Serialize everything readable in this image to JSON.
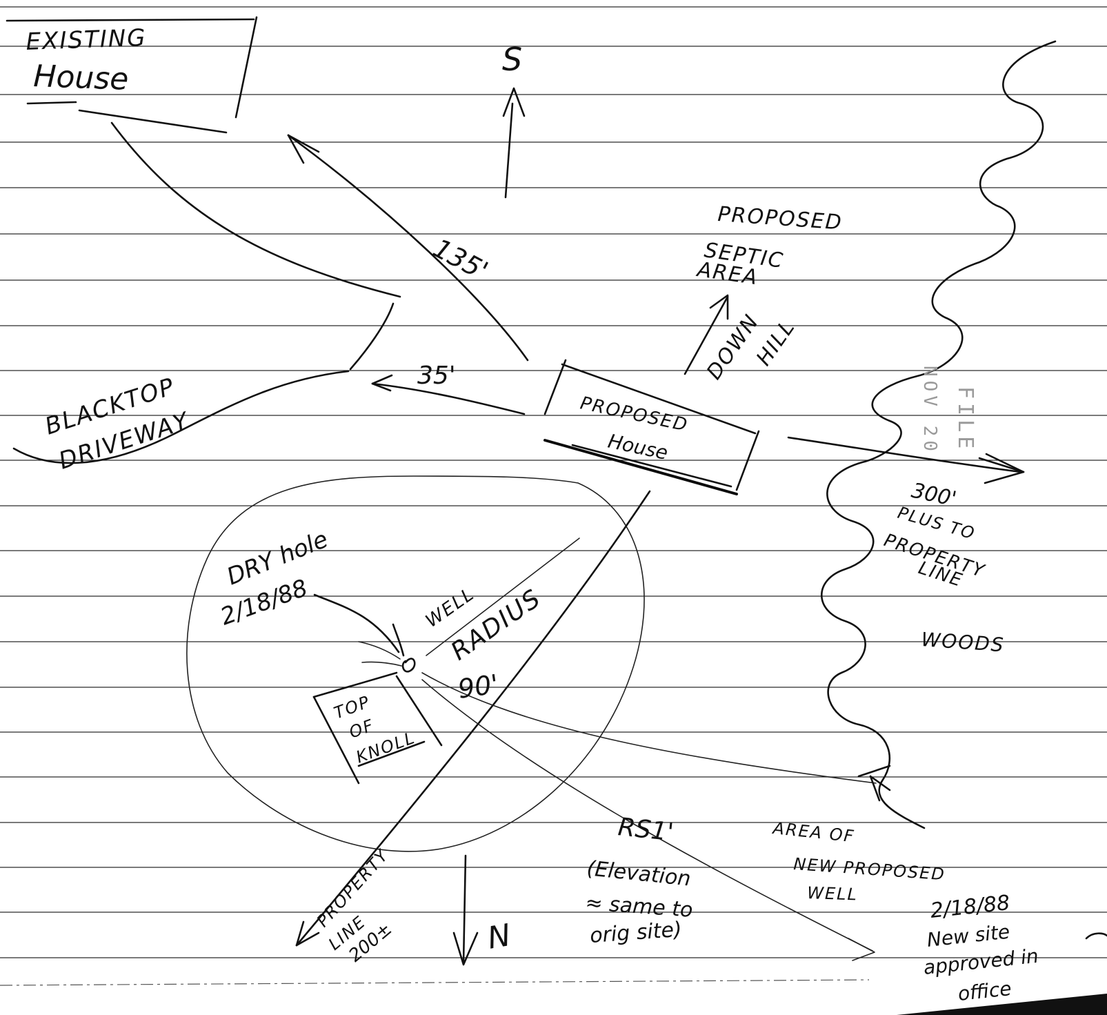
{
  "labels": {
    "existing_house_1": "EXISTING",
    "existing_house_2": "House",
    "north_arrow_top": "S",
    "proposed_septic_1": "PROPOSED",
    "proposed_septic_2": "SEPTIC",
    "proposed_septic_3": "AREA",
    "dist_135": "135'",
    "dist_35": "35'",
    "down_hill_1": "DOWN",
    "down_hill_2": "HILL",
    "blacktop_1": "BLACKTOP",
    "blacktop_2": "DRIVEWAY",
    "proposed_house_1": "PROPOSED",
    "proposed_house_2": "House",
    "property_300_1": "300'",
    "property_300_2": "PLUS TO",
    "property_300_3": "PROPERTY",
    "property_300_4": "LINE",
    "woods": "WOODS",
    "dry_hole_1": "DRY hole",
    "dry_hole_2": "2/18/88",
    "well_radius_1": "WELL",
    "well_radius_2": "RADIUS",
    "well_radius_3": "90'",
    "top_of_knoll_1": "TOP",
    "top_of_knoll_2": "OF",
    "top_of_knoll_3": "KNOLL",
    "rs_label": "RS1'",
    "elevation_1": "(Elevation",
    "elevation_2": "≈ same to",
    "elevation_3": "orig site)",
    "area_new_well_1": "AREA OF",
    "area_new_well_2": "NEW PROPOSED",
    "area_new_well_3": "WELL",
    "property_200_1": "PROPERTY",
    "property_200_2": "LINE",
    "property_200_3": "200±",
    "north_arrow_bottom": "N",
    "approval_1": "2/18/88",
    "approval_2": "New site",
    "approval_3": "approved in",
    "approval_4": "office",
    "stamp_1": "NOV 20",
    "stamp_2": "FILE"
  }
}
